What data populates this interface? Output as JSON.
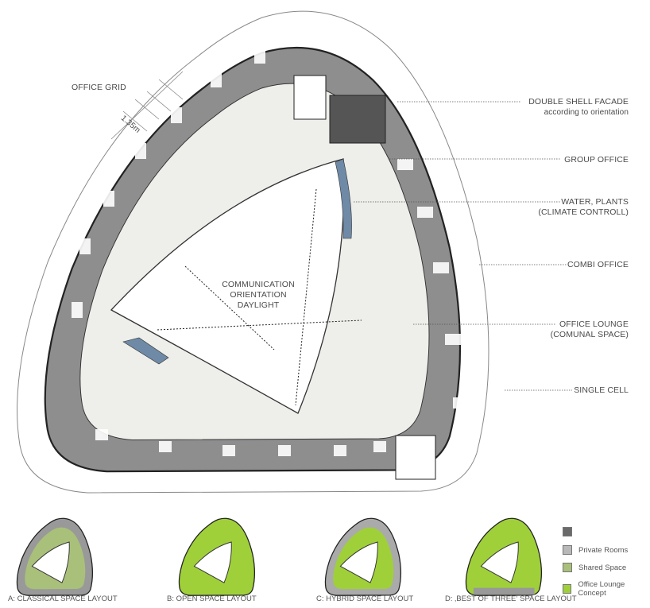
{
  "plan": {
    "labels": {
      "office_grid": "OFFICE GRID",
      "grid_dimension": "1.35m",
      "center": [
        "COMMUNICATION",
        "ORIENTATION",
        "DAYLIGHT"
      ],
      "facade": [
        "DOUBLE SHELL FACADE",
        "according to orientation"
      ],
      "group_office": "GROUP OFFICE",
      "water": [
        "WATER, PLANTS",
        "(CLIMATE CONTROLL)"
      ],
      "combi_office": "COMBI OFFICE",
      "lounge": [
        "OFFICE LOUNGE",
        "(COMUNAL SPACE)"
      ],
      "single_cell": "SINGLE CELL"
    }
  },
  "variants": [
    {
      "caption": "A: CLASSICAL SPACE LAYOUT"
    },
    {
      "caption": "B: OPEN SPACE LAYOUT"
    },
    {
      "caption": "C: HYBRID SPACE LAYOUT"
    },
    {
      "caption": "D: ‚BEST OF THREE‘ SPACE LAYOUT"
    }
  ],
  "legend": [
    {
      "label": "",
      "color": "#6a6a6a"
    },
    {
      "label": "Private Rooms",
      "color": "#b8b8b8"
    },
    {
      "label": "Shared Space",
      "color": "#a9c07a"
    },
    {
      "label": "Office Lounge Concept",
      "color": "#9fd03a"
    }
  ],
  "colors": {
    "ring": "#8e8e8e",
    "lounge": "#eeeeea",
    "water": "#6f8aa6",
    "green": "#9fd03a"
  }
}
